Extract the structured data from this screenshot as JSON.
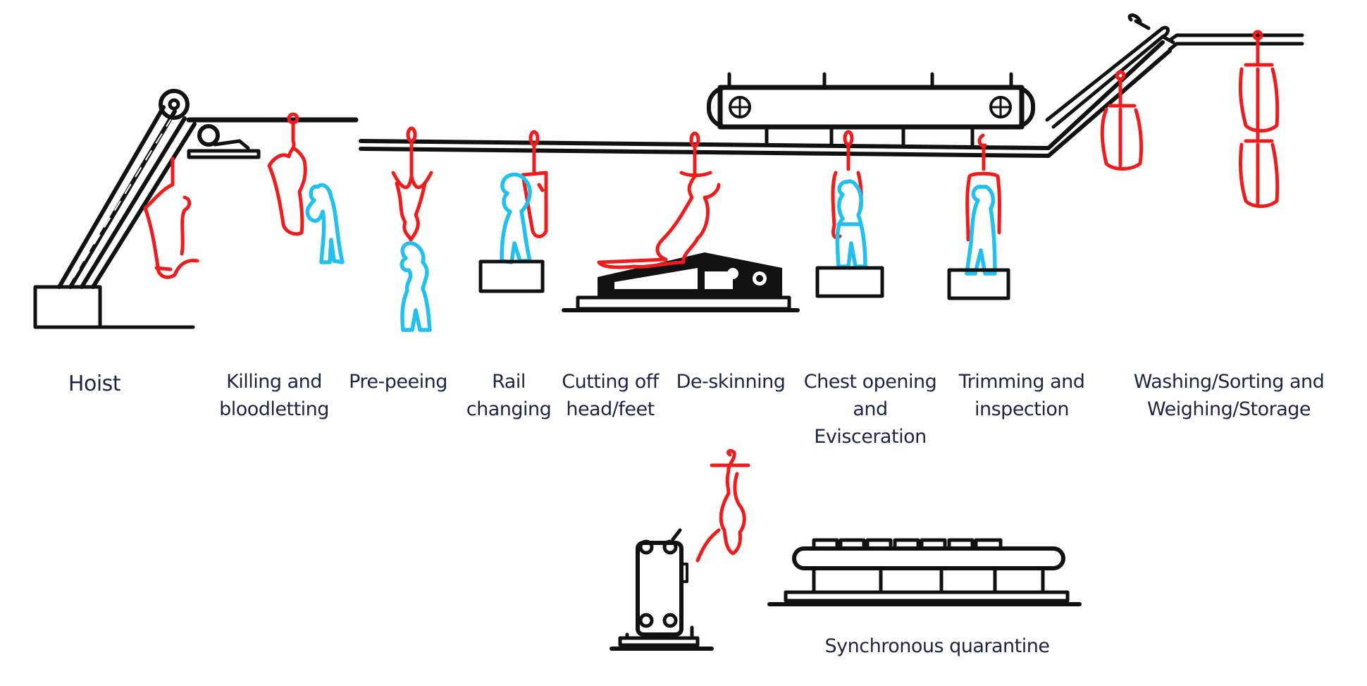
{
  "title": "Slaughter line process flow",
  "colors": {
    "carcass": "#ee1c1c",
    "worker": "#22c0ee",
    "equipment": "#111111",
    "label": "#1c2541"
  },
  "stages": [
    {
      "id": "hoist",
      "lines": [
        "Hoist"
      ]
    },
    {
      "id": "killing",
      "lines": [
        "Killing and",
        "bloodletting"
      ]
    },
    {
      "id": "pre-peeing",
      "lines": [
        "Pre-peeing"
      ]
    },
    {
      "id": "rail-changing",
      "lines": [
        "Rail",
        "changing"
      ]
    },
    {
      "id": "cutting-off",
      "lines": [
        "Cutting off",
        "head/feet"
      ]
    },
    {
      "id": "de-skinning",
      "lines": [
        "De-skinning"
      ]
    },
    {
      "id": "chest-opening",
      "lines": [
        "Chest opening",
        "and",
        "Evisceration"
      ]
    },
    {
      "id": "trimming",
      "lines": [
        "Trimming and",
        "inspection"
      ]
    },
    {
      "id": "washing",
      "lines": [
        "Washing/Sorting and",
        "Weighing/Storage"
      ]
    }
  ],
  "quarantine": {
    "lines": [
      "Synchronous quarantine"
    ]
  }
}
